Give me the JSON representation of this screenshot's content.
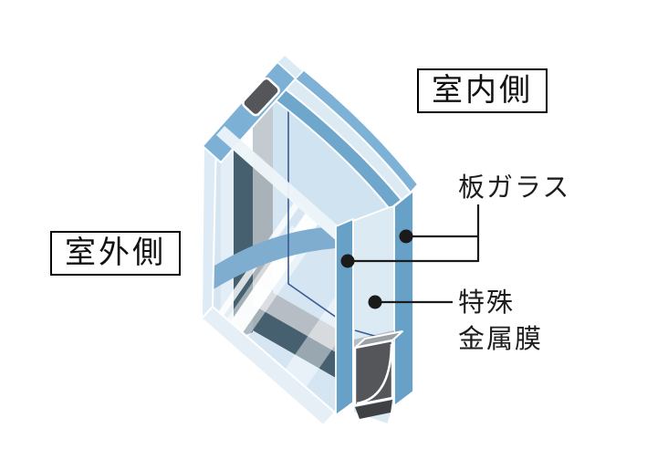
{
  "diagram": {
    "labels": {
      "indoor_side": "室内側",
      "outdoor_side": "室外側",
      "plate_glass": "板ガラス",
      "special_film_line1": "特殊",
      "special_film_line2": "金属膜"
    },
    "colors": {
      "background": "#ffffff",
      "glassFace": "#d5e6f2",
      "glassPaleColumn": "#e3eef6",
      "glassEdgePale": "#dcebf5",
      "glassBottomEdge": "#e6eff6",
      "glassLight": "#cfe3f0",
      "glassPaleBand": "#dceaf4",
      "glassMedium": "#68a1c8",
      "glassMediumTop": "#7cb0d4",
      "swooshOuter": "#7db1d5",
      "swooshInner": "#6ea6cc",
      "throughSwoosh": "#7fadd0",
      "topEdgeHighlight": "#edf4f9",
      "slate": "#46606f",
      "slateLight": "#5b7384",
      "gray": "#b6bdc4",
      "grayLight": "#c3cad0",
      "grayMuted": "#aab2b9",
      "boxTopGray": "#9ba0a4",
      "spacerDark": "#55565a",
      "spacerDarker": "#3f4043",
      "filmNavy": "#3a5a94",
      "ink": "#1a1a1a"
    }
  }
}
